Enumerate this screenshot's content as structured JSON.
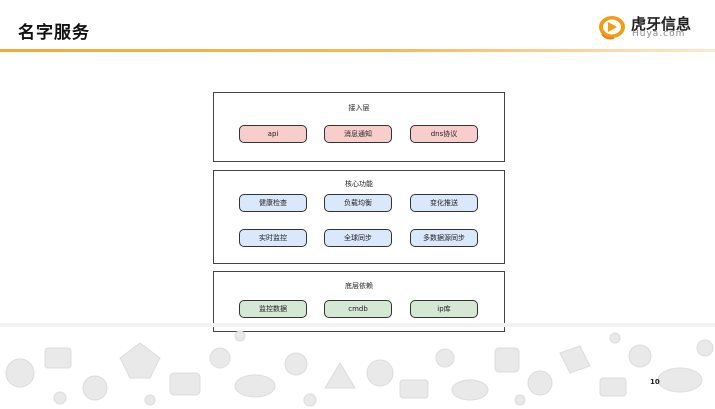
{
  "header": {
    "title": "名字服务"
  },
  "logo": {
    "brand_cn": "虎牙信息",
    "brand_en": "Huya.com"
  },
  "layers": {
    "access": {
      "title": "接入层",
      "nodes": [
        "api",
        "消息通知",
        "dns协议"
      ]
    },
    "core": {
      "title": "核心功能",
      "row1": [
        "健康检查",
        "负载均衡",
        "变化推送"
      ],
      "row2": [
        "实时监控",
        "全球同步",
        "多数据源同步"
      ]
    },
    "base": {
      "title": "底层依赖",
      "nodes": [
        "监控数据",
        "cmdb",
        "ip库"
      ]
    }
  },
  "colors": {
    "accent": "#f6a935",
    "pink_fill": "#f8cecc",
    "blue_fill": "#dae8fc",
    "green_fill": "#d5e8d4"
  },
  "footer": {
    "page_number": "10"
  }
}
